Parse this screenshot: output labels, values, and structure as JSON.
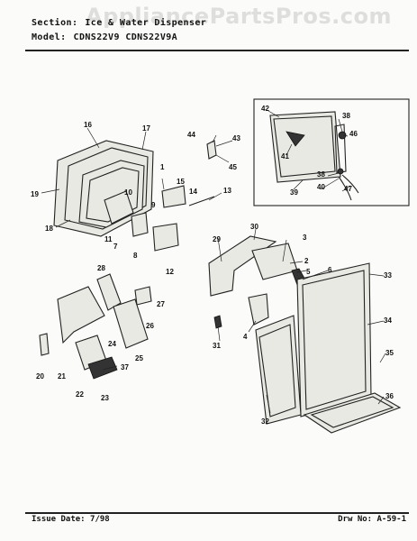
{
  "header": {
    "section_label": "Section:",
    "section_value": "Ice & Water Dispenser",
    "model_label": "Model:",
    "model_value": "CDNS22V9  CDNS22V9A"
  },
  "watermark": "AppliancePartsPros.com",
  "footer": {
    "issue_date": "Issue Date: 7/98",
    "drawing_no": "Drw No: A-59-1"
  },
  "callouts": [
    "1",
    "2",
    "3",
    "4",
    "5",
    "6",
    "7",
    "8",
    "9",
    "10",
    "11",
    "12",
    "13",
    "14",
    "15",
    "16",
    "17",
    "18",
    "19",
    "20",
    "21",
    "22",
    "23",
    "24",
    "25",
    "26",
    "27",
    "28",
    "29",
    "30",
    "31",
    "32",
    "33",
    "34",
    "35",
    "36",
    "37",
    "38",
    "39",
    "40",
    "41",
    "42",
    "43",
    "44",
    "45",
    "46",
    "47"
  ],
  "colors": {
    "ink": "#222222",
    "paper": "#fbfbf9",
    "watermark": "#787878"
  }
}
